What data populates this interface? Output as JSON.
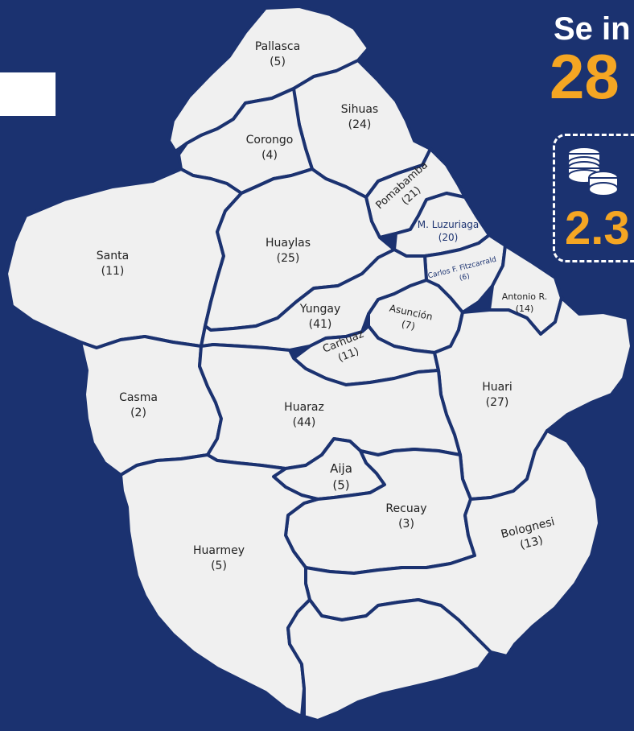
{
  "header": {
    "title": "Se in",
    "big_number": "28",
    "amount": "2.3"
  },
  "colors": {
    "background": "#1b3270",
    "province_fill": "#f0f0f0",
    "border": "#1b3270",
    "accent": "#f5a623",
    "text": "#222222"
  },
  "icons": {
    "coins": "coins-icon"
  },
  "provinces": [
    {
      "name": "Pallasca",
      "count": "(5)"
    },
    {
      "name": "Sihuas",
      "count": "(24)"
    },
    {
      "name": "Corongo",
      "count": "(4)"
    },
    {
      "name": "Pomabamba",
      "count": "(21)"
    },
    {
      "name": "M. Luzuriaga",
      "count": "(20)"
    },
    {
      "name": "Carlos F. Fitzcarrald",
      "count": "(6)"
    },
    {
      "name": "Antonio R.",
      "count": "(14)"
    },
    {
      "name": "Santa",
      "count": "(11)"
    },
    {
      "name": "Huaylas",
      "count": "(25)"
    },
    {
      "name": "Yungay",
      "count": "(41)"
    },
    {
      "name": "Asunción",
      "count": "(7)"
    },
    {
      "name": "Carhuaz",
      "count": "(11)"
    },
    {
      "name": "Huari",
      "count": "(27)"
    },
    {
      "name": "Casma",
      "count": "(2)"
    },
    {
      "name": "Huaraz",
      "count": "(44)"
    },
    {
      "name": "Aija",
      "count": "(5)"
    },
    {
      "name": "Recuay",
      "count": "(3)"
    },
    {
      "name": "Bolognesi",
      "count": "(13)"
    },
    {
      "name": "Huarmey",
      "count": "(5)"
    }
  ]
}
